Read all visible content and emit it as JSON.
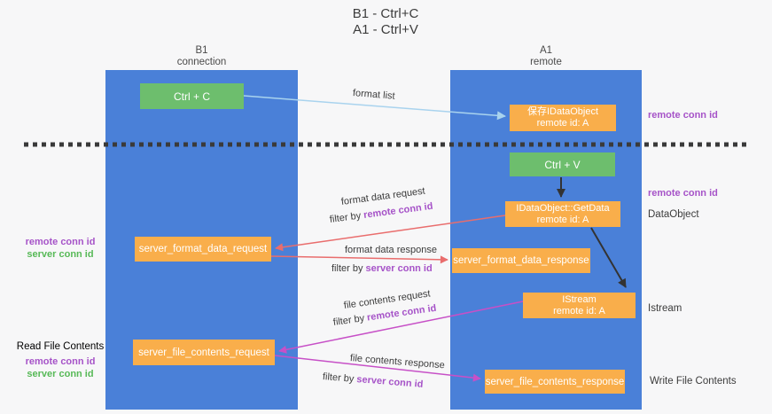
{
  "title": {
    "line1": "B1 - Ctrl+C",
    "line2": "A1 - Ctrl+V"
  },
  "lanes": {
    "left": {
      "name": "B1",
      "role": "connection"
    },
    "right": {
      "name": "A1",
      "role": "remote"
    }
  },
  "nodes": {
    "ctrl_c": "Ctrl + C",
    "ctrl_v": "Ctrl + V",
    "save_idataobject": {
      "line1": "保存IDataObject",
      "line2": "remote id: A"
    },
    "getdata": {
      "line1": "IDataObject::GetData",
      "line2": "remote id: A"
    },
    "istream": {
      "line1": "IStream",
      "line2": "remote id: A"
    },
    "server_format_data_request": "server_format_data_request",
    "server_format_data_response": "server_format_data_response",
    "server_file_contents_request": "server_file_contents_request",
    "server_file_contents_response": "server_file_contents_response"
  },
  "edges": {
    "format_list": "format list",
    "format_data_request": {
      "label": "format data request",
      "filter_prefix": "filter by ",
      "filter_key": "remote conn id"
    },
    "format_data_response": {
      "label": "format data response",
      "filter_prefix": "filter by ",
      "filter_key": "server conn id"
    },
    "file_contents_request": {
      "label": "file contents request",
      "filter_prefix": "filter by ",
      "filter_key": "remote conn id"
    },
    "file_contents_response": {
      "label": "file contents response",
      "filter_prefix": "filter by ",
      "filter_key": "server conn id"
    }
  },
  "side_labels": {
    "left": {
      "format_group": {
        "remote": "remote conn id",
        "server": "server conn id"
      },
      "file_group": {
        "title": "Read File Contents",
        "remote": "remote conn id",
        "server": "server conn id"
      }
    },
    "right": {
      "remote_conn_id_top": "remote conn id",
      "remote_conn_id_mid": "remote conn id",
      "dataobject": "DataObject",
      "istream": "Istream",
      "write_file_contents": "Write File Contents"
    }
  },
  "colors": {
    "lane_blue": "#4a80d8",
    "node_green": "#6dbe6d",
    "node_orange": "#f9ae4b",
    "purple_text": "#a653c8",
    "green_text": "#57b957",
    "salmon_arrow": "#e96d6d",
    "magenta_arrow": "#c750c7",
    "light_blue_arrow": "#a9d3ee",
    "black_arrow": "#333333",
    "dashed_line": "#3a3a3a"
  }
}
